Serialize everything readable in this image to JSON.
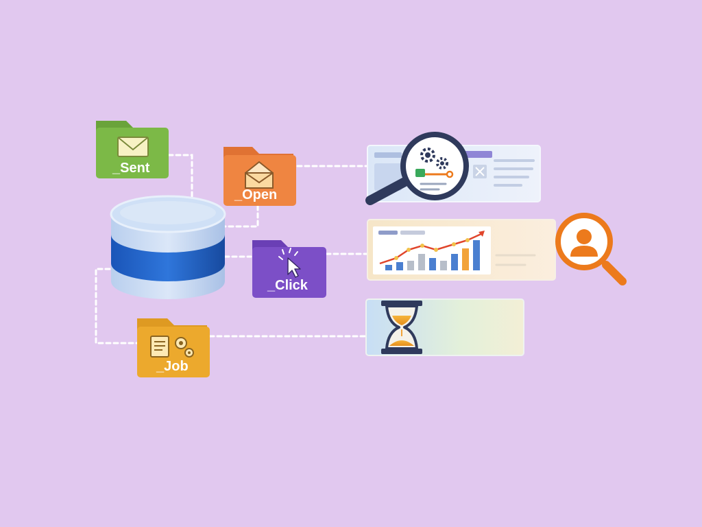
{
  "background": "#e1c8ef",
  "connector_color": "#ffffff",
  "folders": [
    {
      "id": "sent",
      "label": "_Sent",
      "color": "#7cb947",
      "tab_color": "#6aa33a",
      "icon": "envelope-icon"
    },
    {
      "id": "open",
      "label": "_Open",
      "color": "#ef8541",
      "tab_color": "#e07233",
      "icon": "open-envelope-icon"
    },
    {
      "id": "click",
      "label": "_Click",
      "color": "#7c4fc7",
      "tab_color": "#6a3fb5",
      "icon": "cursor-click-icon"
    },
    {
      "id": "job",
      "label": "_Job",
      "color": "#eca92d",
      "tab_color": "#de9a22",
      "icon": "document-gears-icon"
    }
  ],
  "database": {
    "icon": "database-icon",
    "band_color": "#1d5fc4",
    "top_color": "#c9dcf4"
  },
  "panels": [
    {
      "id": "analysis",
      "icon": "magnifier-gears-icon"
    },
    {
      "id": "report",
      "icon": "bar-line-chart-icon",
      "badge_icon": "user-search-icon"
    },
    {
      "id": "waiting",
      "icon": "hourglass-icon"
    }
  ],
  "colors": {
    "navy": "#2f3a5c",
    "chart_blue": "#4a7fd0",
    "chart_gray": "#b7bec9",
    "chart_orange": "#f2a33a",
    "chart_line": "#e0452b",
    "badge_orange": "#ec7a1c"
  }
}
